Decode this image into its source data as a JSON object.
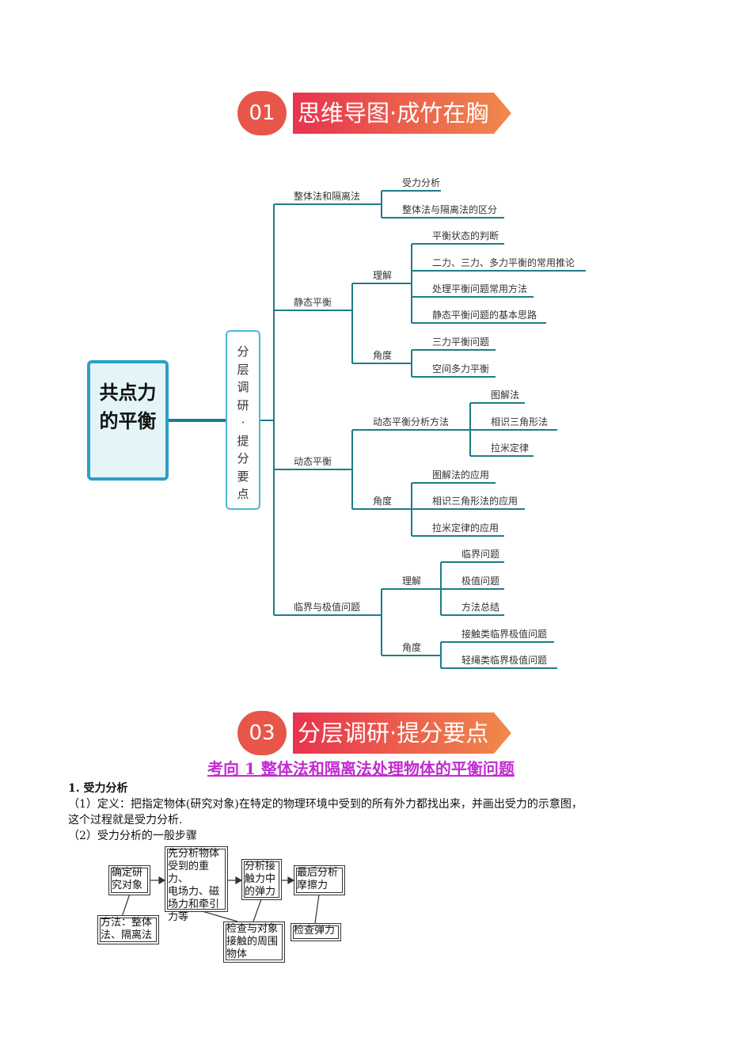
{
  "banner1": {
    "num": "01",
    "title": "思维导图·成竹在胸"
  },
  "banner2": {
    "num": "03",
    "title": "分层调研·提分要点"
  },
  "mindmap": {
    "root": "共点力的平衡",
    "hub": "分层调研·提分要点",
    "branches": {
      "b1": {
        "label": "整体法和隔离法",
        "c1": "受力分析",
        "c2": "整体法与隔离法的区分"
      },
      "b2": {
        "label": "静态平衡",
        "sub1": {
          "label": "理解",
          "items": [
            "平衡状态的判断",
            "二力、三力、多力平衡的常用推论",
            "处理平衡问题常用方法",
            "静态平衡问题的基本思路"
          ]
        },
        "sub2": {
          "label": "角度",
          "items": [
            "三力平衡问题",
            "空间多力平衡"
          ]
        }
      },
      "b3": {
        "label": "动态平衡",
        "sub1": {
          "label": "动态平衡分析方法",
          "items": [
            "图解法",
            "相识三角形法",
            "拉米定律"
          ]
        },
        "sub2": {
          "label": "角度",
          "items": [
            "图解法的应用",
            "相识三角形法的应用",
            "拉米定律的应用"
          ]
        }
      },
      "b4": {
        "label": "临界与极值问题",
        "sub1": {
          "label": "理解",
          "items": [
            "临界问题",
            "极值问题",
            "方法总结"
          ]
        },
        "sub2": {
          "label": "角度",
          "items": [
            "接触类临界极值问题",
            "轻绳类临界极值问题"
          ]
        }
      }
    }
  },
  "section": {
    "title": "考向 1 整体法和隔离法处理物体的平衡问题",
    "heading": "1. 受力分析",
    "p1_line1": "（1）定义：把指定物体(研究对象)在特定的物理环境中受到的所有外力都找出来，并画出受力的示意图，",
    "p1_line2": "这个过程就是受力分析.",
    "p2": "（2）受力分析的一般步骤"
  },
  "flow": {
    "step1": "确定研\n究对象",
    "step2": "先分析物体\n受到的重力、\n电场力、磁\n场力和牵引\n力等",
    "step3": "分析接\n触力中\n的弹力",
    "step4": "最后分析\n摩擦力",
    "note1": "方法：整体\n法、隔离法",
    "note2": "检查与对象\n接触的周围\n物体",
    "note3": "检查弹力"
  },
  "colors": {
    "line": "#1e7c8c",
    "accent": "#e7334f",
    "root_border": "#2aa0c4",
    "title": "#c22bd1"
  }
}
